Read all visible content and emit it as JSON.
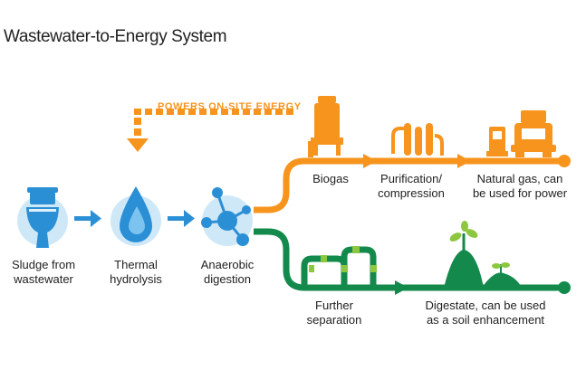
{
  "title": "Wastewater-to-Energy System",
  "callout": "POWERS ON-SITE ENERGY",
  "colors": {
    "orange": "#f7941d",
    "green": "#138a4b",
    "blue": "#2b8fd6",
    "light_blue": "#cfe8f8",
    "lime": "#8dc63f"
  },
  "steps": {
    "sludge": [
      "Sludge from",
      "wastewater"
    ],
    "hydrolysis": [
      "Thermal",
      "hydrolysis"
    ],
    "digestion": [
      "Anaerobic",
      "digestion"
    ],
    "biogas": [
      "Biogas"
    ],
    "purification": [
      "Purification/",
      "compression"
    ],
    "natural_gas": [
      "Natural gas, can",
      "be used for power"
    ],
    "separation": [
      "Further",
      "separation"
    ],
    "digestate": [
      "Digestate, can be used",
      "as a soil enhancement"
    ]
  }
}
